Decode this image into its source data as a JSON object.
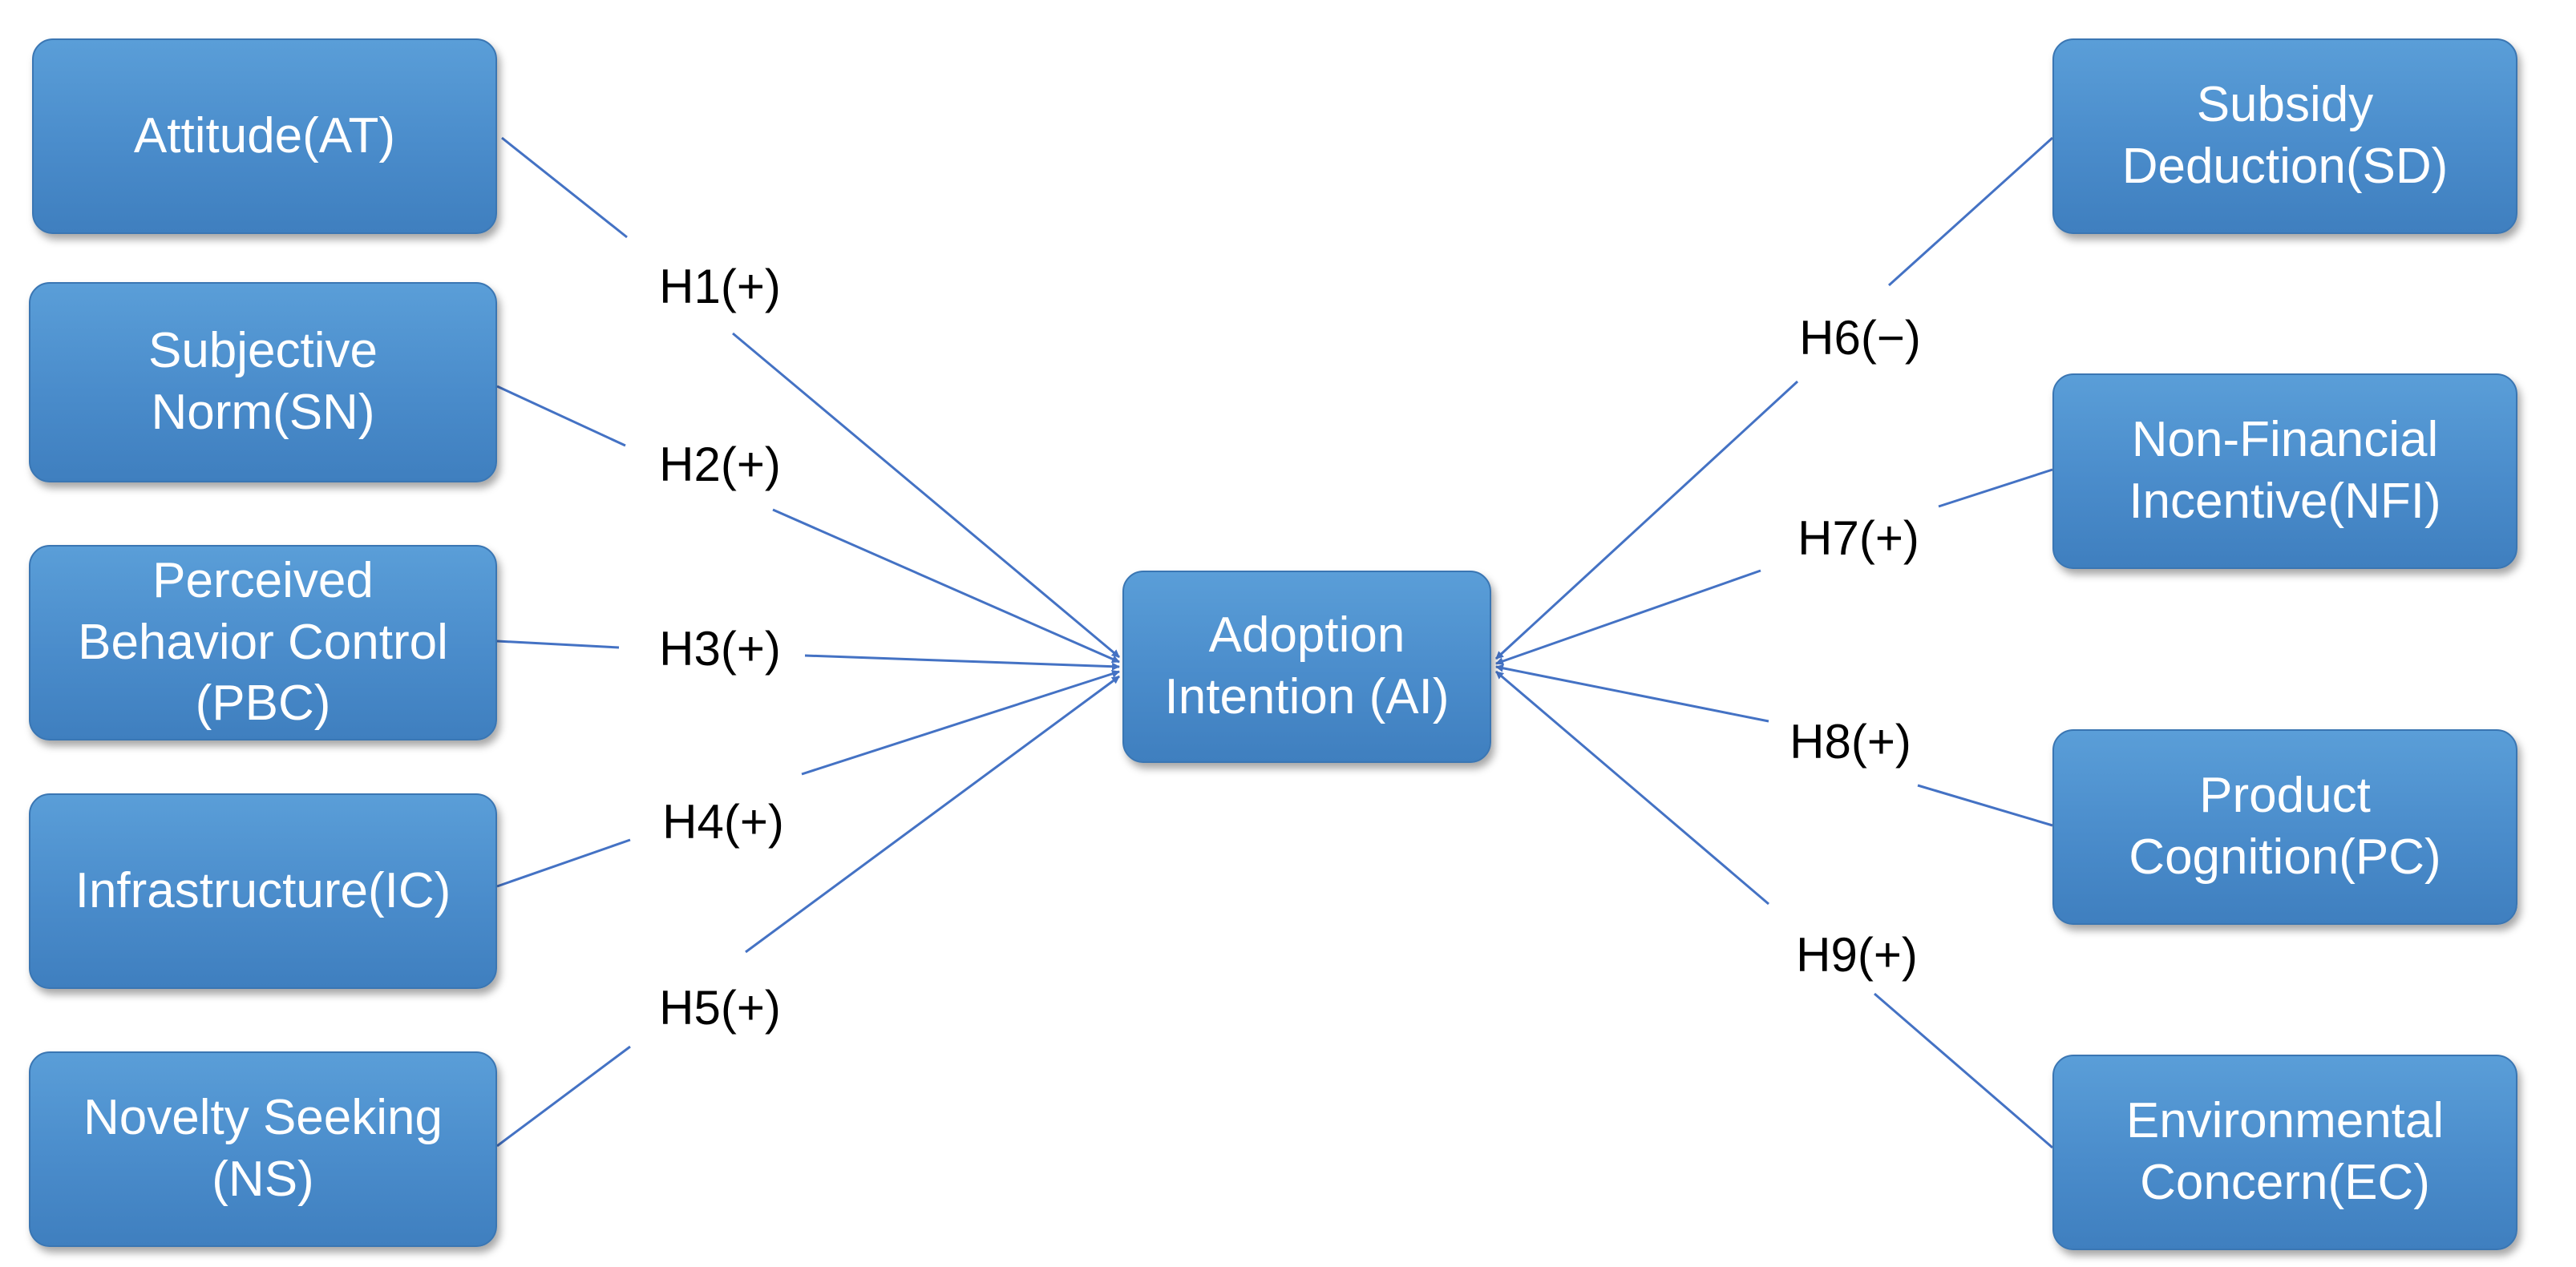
{
  "center": {
    "label": "Adoption\nIntention (AI)"
  },
  "left_constructs": [
    {
      "label": "Attitude(AT)",
      "hypothesis": "H1(+)"
    },
    {
      "label": "Subjective\nNorm(SN)",
      "hypothesis": "H2(+)"
    },
    {
      "label": "Perceived\nBehavior Control\n(PBC)",
      "hypothesis": "H3(+)"
    },
    {
      "label": "Infrastructure(IC)",
      "hypothesis": "H4(+)"
    },
    {
      "label": "Novelty Seeking\n(NS)",
      "hypothesis": "H5(+)"
    }
  ],
  "right_constructs": [
    {
      "label": "Subsidy\nDeduction(SD)",
      "hypothesis": "H6(−)"
    },
    {
      "label": "Non-Financial\nIncentive(NFI)",
      "hypothesis": "H7(+)"
    },
    {
      "label": "Product\nCognition(PC)",
      "hypothesis": "H8(+)"
    },
    {
      "label": "Environmental\nConcern(EC)",
      "hypothesis": "H9(+)"
    }
  ],
  "colors": {
    "box_fill": "#4a8ccb",
    "box_text": "#ffffff",
    "connector": "#4472c4",
    "hypothesis_text": "#000000"
  }
}
